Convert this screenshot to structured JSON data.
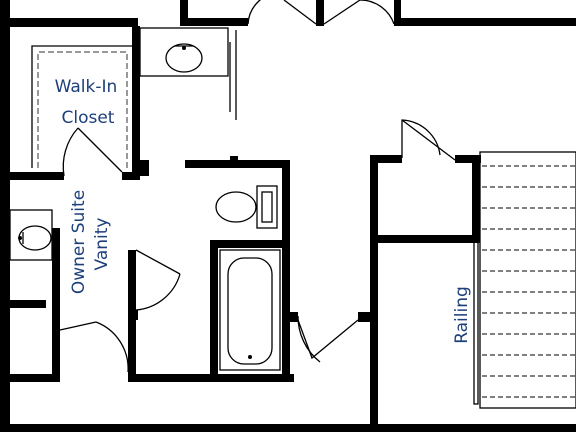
{
  "labels": {
    "closet_line1": "Walk-In",
    "closet_line2": "Closet",
    "vanity_line1": "Owner Suite",
    "vanity_line2": "Vanity",
    "railing": "Railing"
  },
  "colors": {
    "walls": "#000000",
    "label_text": "#1c3f7a",
    "background": "#ffffff"
  },
  "icons": [
    "sink-icon",
    "toilet-icon",
    "bathtub-icon",
    "door-swing-icon",
    "staircase-icon"
  ]
}
